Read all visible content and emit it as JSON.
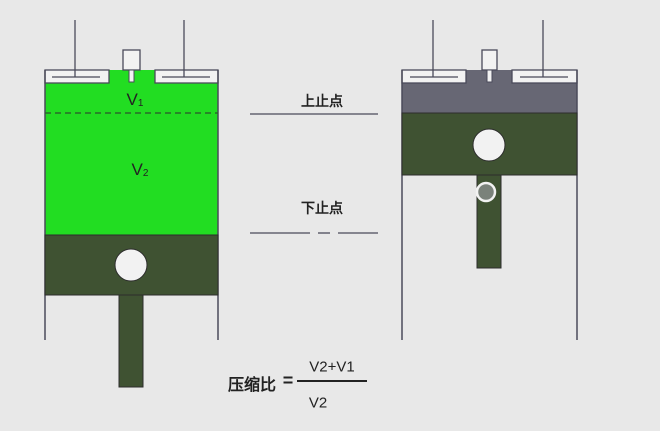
{
  "labels": {
    "v1": "V",
    "v1_sub": "1",
    "v2": "V",
    "v2_sub": "2",
    "tdc": "上止点",
    "bdc": "下止点"
  },
  "formula": {
    "name": "压缩比",
    "equals": "=",
    "numerator": "V2+V1",
    "denominator": "V2"
  },
  "colors": {
    "gas": "#22dd22",
    "piston": "#3f5232",
    "chamber": "#676774",
    "line": "#4a4a5a",
    "background": "#e8e8e8"
  }
}
